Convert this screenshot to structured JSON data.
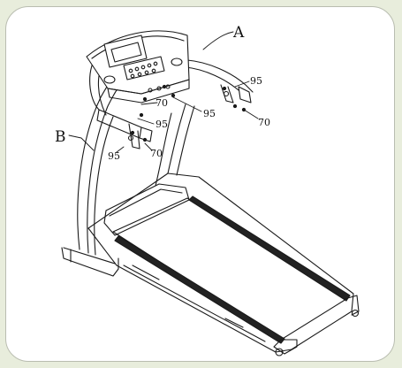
{
  "labels": {
    "A": "A",
    "B": "B",
    "p95_top": "95",
    "p70_right": "70",
    "p95_mid": "95",
    "p70_top_left": "70",
    "p95_left": "95",
    "p95_bottom": "95",
    "p70_bottom": "70"
  },
  "colors": {
    "background": "#e8eddc",
    "panel": "#ffffff",
    "line": "#1a1a1a"
  }
}
